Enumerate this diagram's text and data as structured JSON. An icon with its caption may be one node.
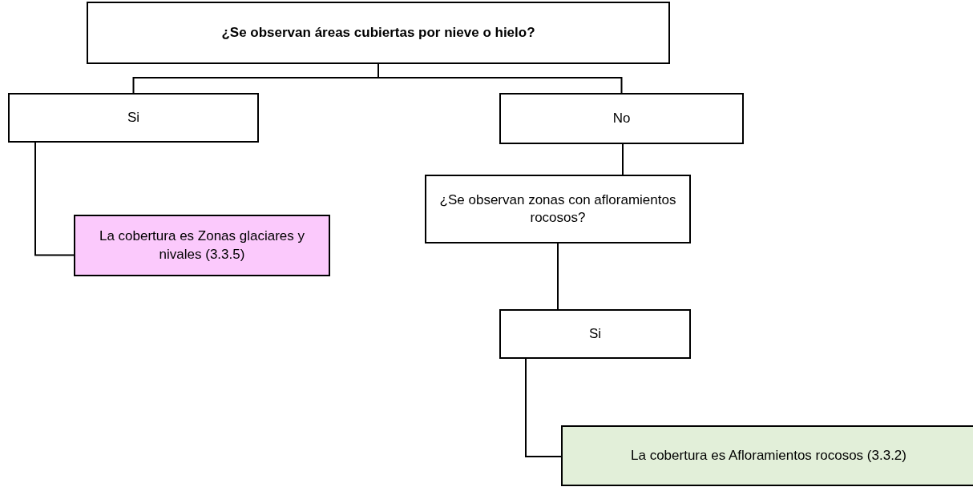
{
  "diagram": {
    "nodes": [
      {
        "text": [
          "¿Se observan áreas cubiertas por nieve o hielo?"
        ]
      },
      {
        "text": [
          "Si"
        ]
      },
      {
        "text": [
          "No"
        ]
      },
      {
        "text": [
          "La cobertura es Zonas glaciares y nivales (3.3.5)"
        ]
      },
      {
        "text": [
          "¿Se observan zonas con afloramientos rocosos?"
        ]
      },
      {
        "text": [
          "Si"
        ]
      },
      {
        "text": [
          "La cobertura es Afloramientos rocosos (3.3.2)"
        ]
      }
    ],
    "edges": [
      {
        "from": 0,
        "to": 1,
        "arrow": "none"
      },
      {
        "from": 0,
        "to": 2,
        "arrow": "none"
      },
      {
        "from": 1,
        "to": 3,
        "arrow": "none"
      },
      {
        "from": 2,
        "to": 4,
        "arrow": "none"
      },
      {
        "from": 4,
        "to": 5,
        "arrow": "none"
      },
      {
        "from": 5,
        "to": 6,
        "arrow": "none"
      }
    ]
  }
}
